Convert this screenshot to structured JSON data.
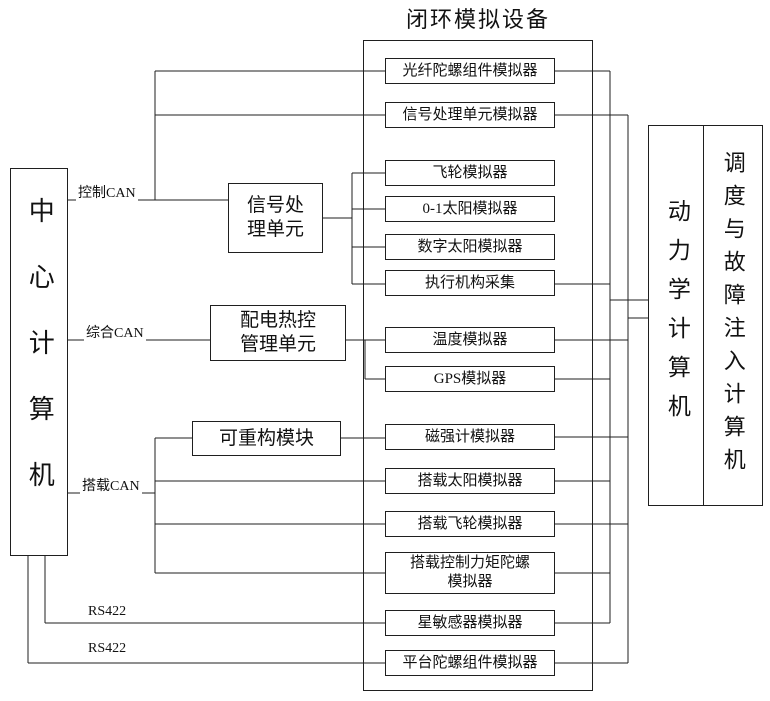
{
  "title": "闭环模拟设备",
  "central_computer": {
    "label": "中心计算机"
  },
  "dynamics_computer": {
    "label": "动力学计算机"
  },
  "scheduling_computer": {
    "label": "调度与故障注入计算机"
  },
  "units": {
    "signal_processing": {
      "label": "信号处\n理单元"
    },
    "power_thermal": {
      "label": "配电热控\n管理单元"
    },
    "reconfigurable": {
      "label": "可重构模块"
    }
  },
  "bus_labels": {
    "control_can": "控制CAN",
    "integrated_can": "综合CAN",
    "payload_can": "搭载CAN",
    "rs422_a": "RS422",
    "rs422_b": "RS422"
  },
  "simulators": [
    {
      "label": "光纤陀螺组件模拟器"
    },
    {
      "label": "信号处理单元模拟器"
    },
    {
      "label": "飞轮模拟器"
    },
    {
      "label": "0-1太阳模拟器"
    },
    {
      "label": "数字太阳模拟器"
    },
    {
      "label": "执行机构采集"
    },
    {
      "label": "温度模拟器"
    },
    {
      "label": "GPS模拟器"
    },
    {
      "label": "磁强计模拟器"
    },
    {
      "label": "搭载太阳模拟器"
    },
    {
      "label": "搭载飞轮模拟器"
    },
    {
      "label": "搭载控制力矩陀螺\n模拟器"
    },
    {
      "label": "星敏感器模拟器"
    },
    {
      "label": "平台陀螺组件模拟器"
    }
  ],
  "colors": {
    "line": "#1f1f1f",
    "text": "#111111",
    "background": "#ffffff"
  }
}
